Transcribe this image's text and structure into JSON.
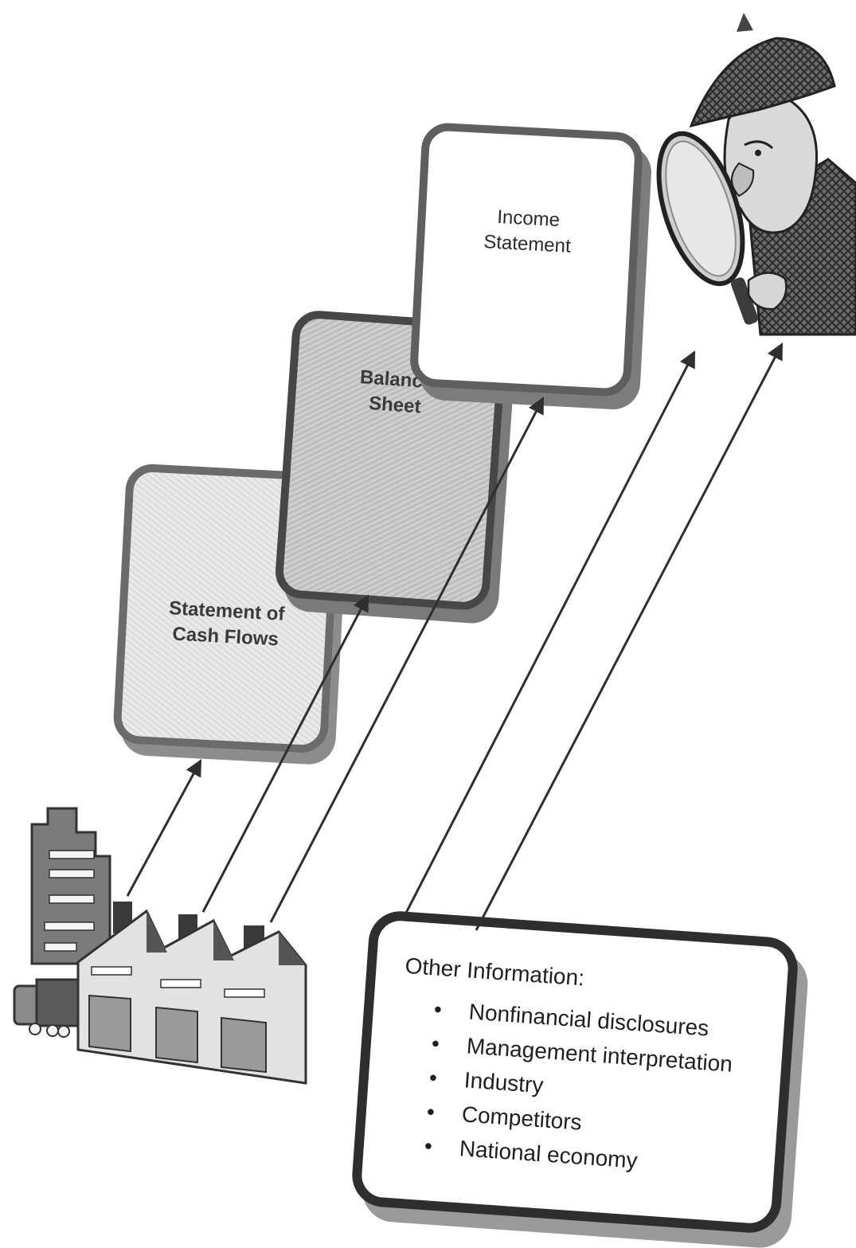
{
  "statements": {
    "cash_flows": "Statement of\nCash Flows",
    "balance_sheet": "Balance\nSheet",
    "income_statement": "Income\nStatement"
  },
  "other_information": {
    "title": "Other Information:",
    "items": [
      "Nonfinancial disclosures",
      "Management interpretation",
      "Industry",
      "Competitors",
      "National economy"
    ]
  },
  "icons": [
    "company-buildings-icon",
    "detective-with-magnifying-glass-icon",
    "delivery-truck-icon"
  ]
}
